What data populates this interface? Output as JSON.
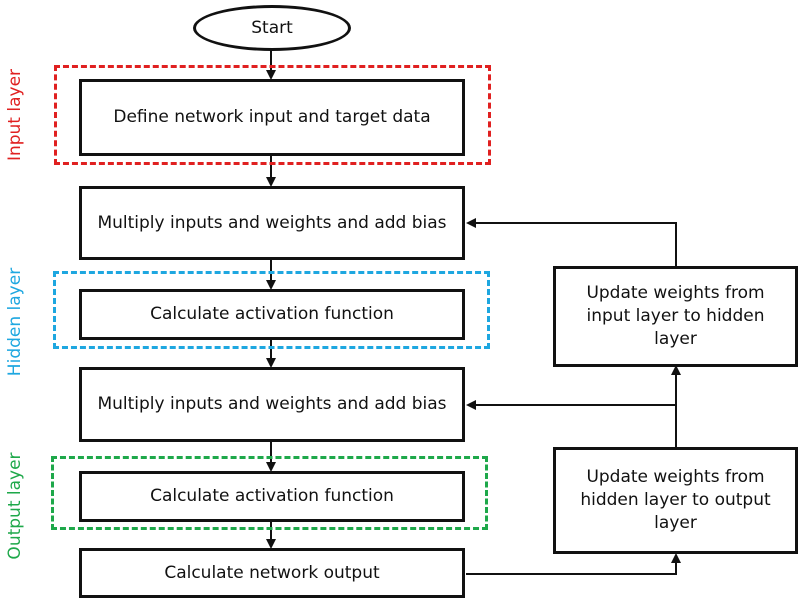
{
  "start_label": "Start",
  "layers": {
    "input": {
      "label": "Input layer",
      "color": "#e02020"
    },
    "hidden": {
      "label": "Hidden layer",
      "color": "#1ea7e0"
    },
    "output": {
      "label": "Output layer",
      "color": "#1ea84a"
    }
  },
  "steps": {
    "define_input": "Define network input and target data",
    "multiply_1": "Multiply inputs and weights and add bias",
    "activation_1": "Calculate activation function",
    "multiply_2": "Multiply inputs and weights and add bias",
    "activation_2": "Calculate activation function",
    "network_output": "Calculate network output",
    "update_input_hidden": "Update weights from input layer to hidden layer",
    "update_hidden_output": "Update weights from hidden layer to output layer"
  }
}
